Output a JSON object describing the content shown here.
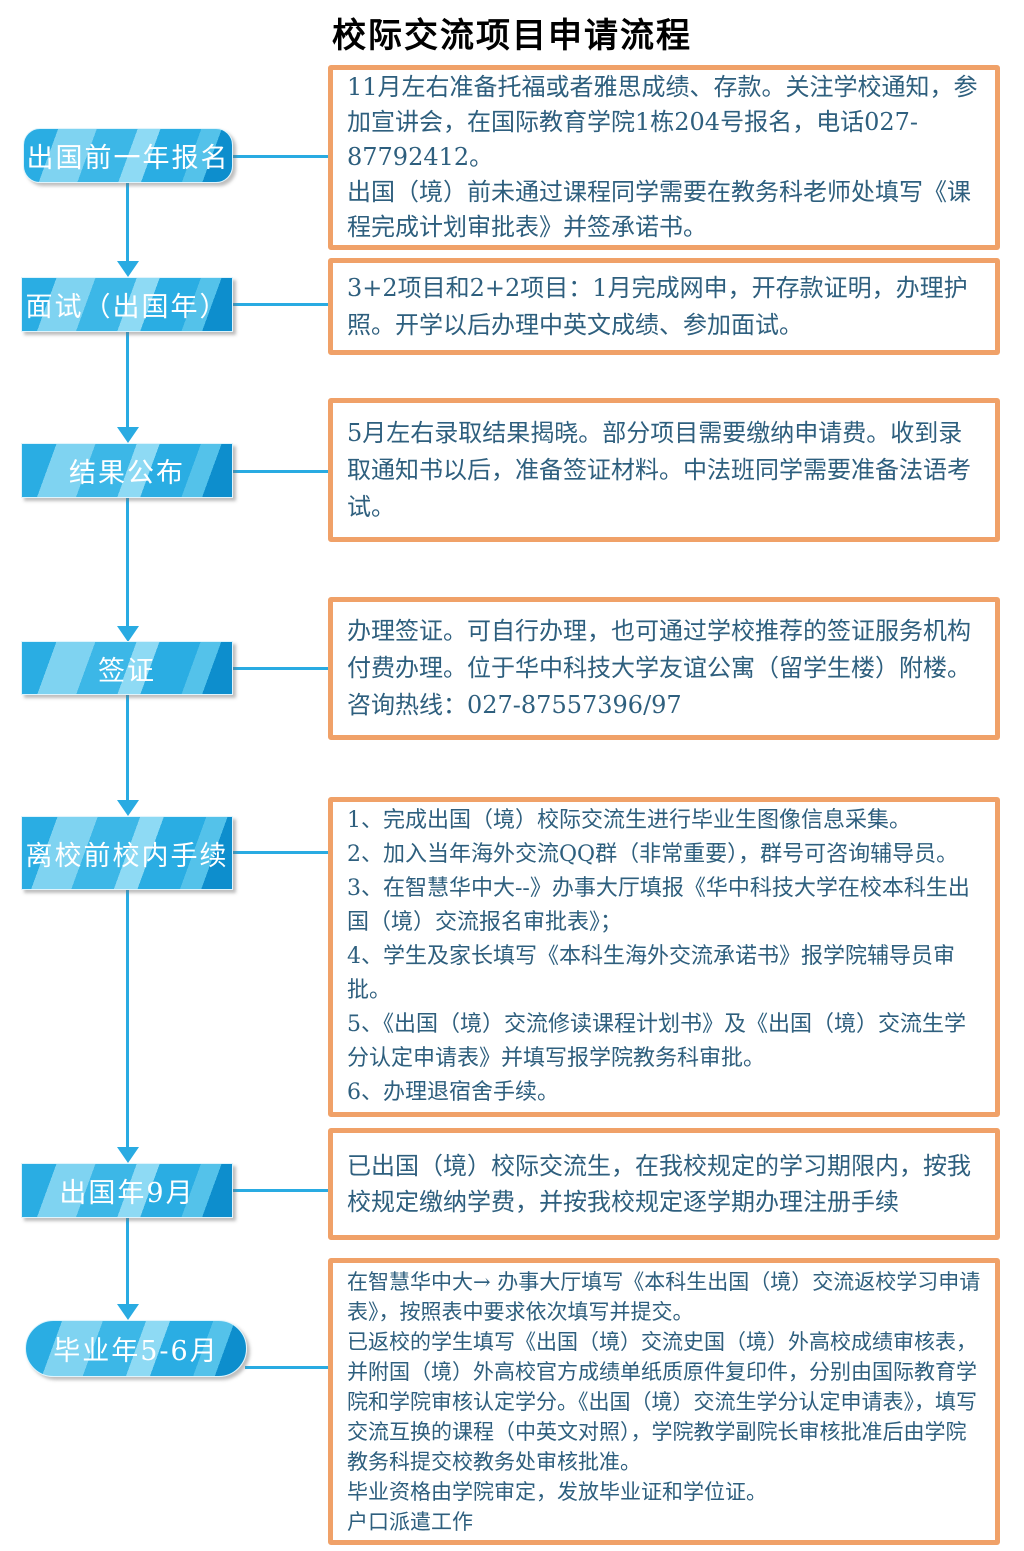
{
  "title": "校际交流项目申请流程",
  "colors": {
    "flow_blue": "#29abe2",
    "node_blue_light": "#7fd3f1",
    "node_blue_dark": "#0d8ecd",
    "detail_border_orange": "#f0a168",
    "detail_text_blue": "#2e5f7e",
    "title_black": "#000000"
  },
  "steps": [
    {
      "label": "出国前一年报名",
      "shape": "rounded-rectangle",
      "detail": "11月左右准备托福或者雅思成绩、存款。关注学校通知，参加宣讲会，在国际教育学院1栋204号报名，电话027-87792412。\n出国（境）前未通过课程同学需要在教务科老师处填写《课程完成计划审批表》并签承诺书。"
    },
    {
      "label": "面试（出国年）",
      "shape": "rectangle",
      "detail": "3+2项目和2+2项目：1月完成网申，开存款证明，办理护照。开学以后办理中英文成绩、参加面试。"
    },
    {
      "label": "结果公布",
      "shape": "rectangle",
      "detail": "5月左右录取结果揭晓。部分项目需要缴纳申请费。收到录取通知书以后，准备签证材料。中法班同学需要准备法语考试。"
    },
    {
      "label": "签证",
      "shape": "rectangle",
      "detail": "办理签证。可自行办理，也可通过学校推荐的签证服务机构付费办理。位于华中科技大学友谊公寓（留学生楼）附楼。咨询热线：027-87557396/97"
    },
    {
      "label": "离校前校内手续",
      "shape": "rectangle",
      "detail": "1、完成出国（境）校际交流生进行毕业生图像信息采集。\n2、加入当年海外交流QQ群（非常重要），群号可咨询辅导员。\n3、在智慧华中大--》办事大厅填报《华中科技大学在校本科生出国（境）交流报名审批表》；\n4、学生及家长填写《本科生海外交流承诺书》报学院辅导员审批。\n5、《出国（境）交流修读课程计划书》及《出国（境）交流生学分认定申请表》并填写报学院教务科审批。\n6、办理退宿舍手续。"
    },
    {
      "label": "出国年9月",
      "shape": "rectangle",
      "detail": "已出国（境）校际交流生，在我校规定的学习期限内，按我校规定缴纳学费，并按我校规定逐学期办理注册手续"
    },
    {
      "label": "毕业年5-6月",
      "shape": "stadium",
      "detail": "在智慧华中大→ 办事大厅填写《本科生出国（境）交流返校学习申请表》，按照表中要求依次填写并提交。\n已返校的学生填写《出国（境）交流史国（境）外高校成绩审核表，并附国（境）外高校官方成绩单纸质原件复印件，分别由国际教育学院和学院审核认定学分。《出国（境）交流生学分认定申请表》，填写交流互换的课程（中英文对照），学院教学副院长审核批准后由学院教务科提交校教务处审核批准。\n毕业资格由学院审定，发放毕业证和学位证。\n户口派遣工作"
    }
  ]
}
